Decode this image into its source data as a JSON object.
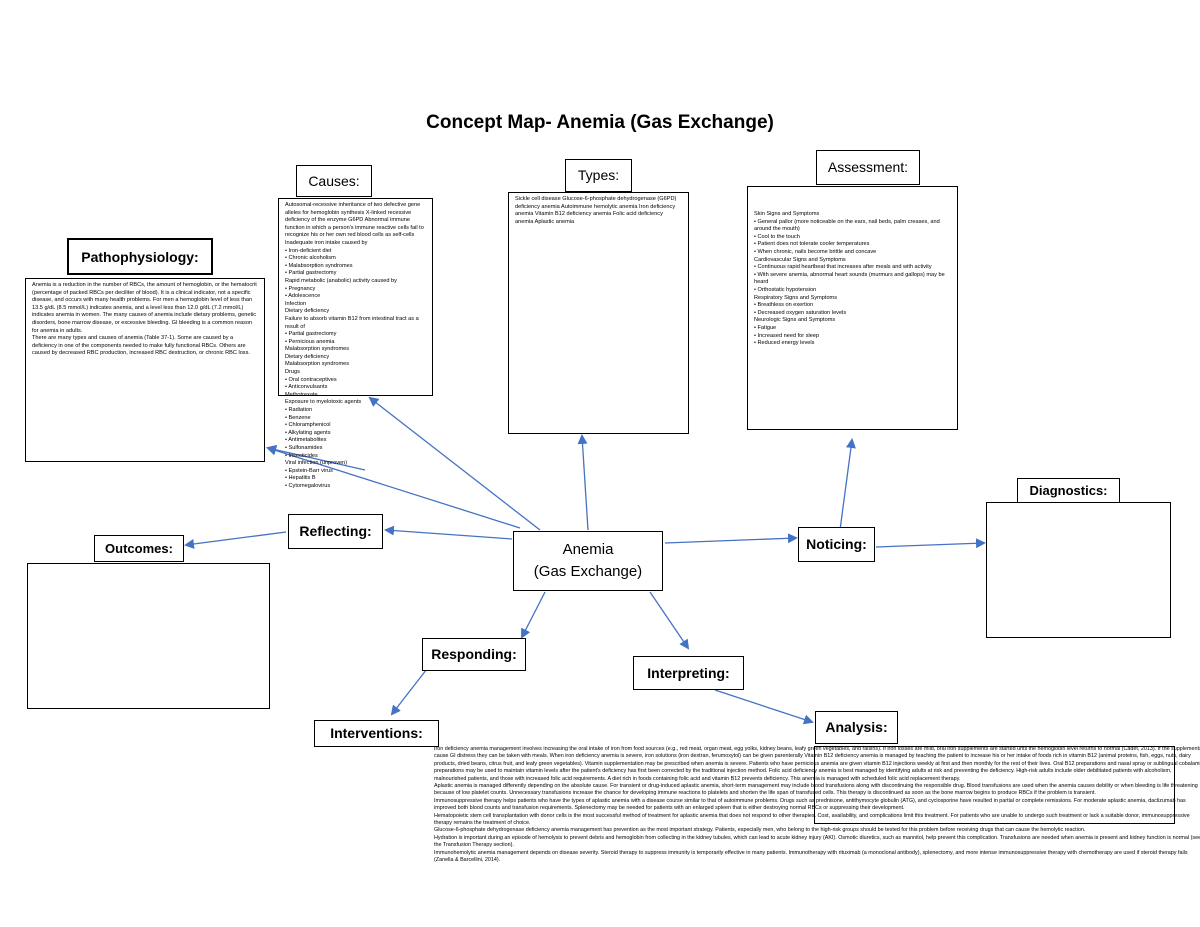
{
  "title": "Concept Map- Anemia (Gas Exchange)",
  "center": {
    "line1": "Anemia",
    "line2": "(Gas Exchange)"
  },
  "labels": {
    "causes": "Causes:",
    "types": "Types:",
    "assessment": "Assessment:",
    "pathophysiology": "Pathophysiology:",
    "diagnostics": "Diagnostics:",
    "reflecting": "Reflecting:",
    "outcomes": "Outcomes:",
    "noticing": "Noticing:",
    "responding": "Responding:",
    "interpreting": "Interpreting:",
    "interventions": "Interventions:",
    "analysis": "Analysis:"
  },
  "text": {
    "causes": "Autosomal-recessive inheritance of two defective gene alleles for hemoglobin synthesis X-linked recessive deficiency of the enzyme G6PD Abnormal immune function in which a person's immune reactive cells fail to recognize his or her own red blood cells as self-cells Inadequate iron intake caused by\n• Iron-deficient diet\n• Chronic alcoholism\n• Malabsorption syndromes\n• Partial gastrectomy\nRapid metabolic (anabolic) activity caused by\n• Pregnancy\n• Adolescence\nInfection\nDietary deficiency\nFailure to absorb vitamin B12 from intestinal tract as a result of\n• Partial gastrectomy\n• Pernicious anemia\nMalabsorption syndromes\nDietary deficiency\nMalabsorption syndromes\nDrugs\n• Oral contraceptives\n• Anticonvulsants\nMethotrexate\nExposure to myelotoxic agents\n• Radiation\n• Benzene\n• Chloramphenicol\n• Alkylating agents\n• Antimetabolites\n• Sulfonamides\n• Insecticides\nViral infection (unproven)\n• Epstein-Barr virus\n• Hepatitis B\n• Cytomegalovirus",
    "types": "Sickle cell disease Glucose-6-phosphate dehydrogenase (G6PD) deficiency anemia Autoimmune hemolytic anemia Iron deficiency anemia Vitamin B12 deficiency anemia Folic acid deficiency anemia Aplastic anemia",
    "assessment": "Skin Signs and Symptoms\n• General pallor (more noticeable on the ears, nail beds, palm creases, and around the mouth)\n• Cool to the touch\n• Patient does not tolerate cooler temperatures\n• When chronic, nails become brittle and concave\nCardiovascular Signs and Symptoms\n• Continuous rapid heartbeat that increases after meals and with activity\n• With severe anemia, abnormal heart sounds (murmurs and gallops) may be heard\n• Orthostatic hypotension\nRespiratory Signs and Symptoms\n• Breathless on exertion\n• Decreased oxygen saturation levels\nNeurologic Signs and Symptoms\n• Fatigue\n• Increased need for sleep\n• Reduced energy levels",
    "pathophysiology": "Anemia is a reduction in the number of RBCs, the amount of hemoglobin, or the hematocrit (percentage of packed RBCs per deciliter of blood). It is a clinical indicator, not a specific disease, and occurs with many health problems. For men a hemoglobin level of less than 13.5 g/dL (8.5 mmol/L) indicates anemia, and a level less than 12.0 g/dL (7.2 mmol/L) indicates anemia in women. The many causes of anemia include dietary problems, genetic disorders, bone marrow disease, or excessive bleeding. GI bleeding is a common reason for anemia in adults.\nThere are many types and causes of anemia (Table 37-1). Some are caused by a deficiency in one of the components needed to make fully functional RBCs. Others are caused by decreased RBC production, increased RBC destruction, or chronic RBC loss.",
    "interventions": "Iron deficiency anemia management involves increasing the oral intake of iron from food sources (e.g., red meat, organ meat, egg yolks, kidney beans, leafy green vegetables, and raisins). If iron losses are mild, oral iron supplements are started until the hemoglobin level returns to normal (Cadet, 2013). If the supplements cause GI distress they can be taken with meals. When iron deficiency anemia is severe, iron solutions (iron dextran, ferumoxytol) can be given parenterally Vitamin B12 deficiency anemia is managed by teaching the patient to increase his or her intake of foods rich in vitamin B12 (animal proteins, fish, eggs, nuts, dairy products, dried beans, citrus fruit, and leafy green vegetables). Vitamin supplementation may be prescribed when anemia is severe. Patients who have pernicious anemia are given vitamin B12 injections weekly at first and then monthly for the rest of their lives. Oral B12 preparations and nasal spray or sublingual cobalamin preparations may be used to maintain vitamin levels after the patient's deficiency has first been corrected by the traditional injection method. Folic acid deficiency anemia is best managed by identifying adults at risk and preventing the deficiency. High-risk adults include older debilitated patients with alcoholism, malnourished patients, and those with increased folic acid requirements. A diet rich in foods containing folic acid and vitamin B12 prevents deficiency. This anemia is managed with scheduled folic acid replacement therapy.\nAplastic anemia is managed differently depending on the absolute cause. For transient or drug-induced aplastic anemia, short-term management may include blood transfusions along with discontinuing the responsible drug. Blood transfusions are used when the anemia causes debility or when bleeding is life threatening because of low platelet counts. Unnecessary transfusions increase the chance for developing immune reactions to platelets and shorten the life span of transfused cells. This therapy is discontinued as soon as the bone marrow begins to produce RBCs if the problem is transient.\nImmunosuppressive therapy helps patients who have the types of aplastic anemia with a disease course similar to that of autoimmune problems. Drugs such as prednisone, antithymocyte globulin (ATG), and cyclosporine have resulted in partial or complete remissions. For moderate aplastic anemia, daclizumab has improved both blood counts and transfusion requirements. Splenectomy may be needed for patients with an enlarged spleen that is either destroying normal RBCs or suppressing their development.\nHematopoietic stem cell transplantation with donor cells is the most successful method of treatment for aplastic anemia that does not respond to other therapies. Cost, availability, and complications limit this treatment. For patients who are unable to undergo such treatment or lack a suitable donor, immunosuppressive therapy remains the treatment of choice.\nGlucose-6-phosphate dehydrogenase deficiency anemia management has prevention as the most important strategy. Patients, especially men, who belong to the high-risk groups should be tested for this problem before receiving drugs that can cause the hemolytic reaction.\nHydration is important during an episode of hemolysis to prevent debris and hemoglobin from collecting in the kidney tubules, which can lead to acute kidney injury (AKI). Osmotic diuretics, such as mannitol, help prevent this complication. Transfusions are needed when anemia is present and kidney function is normal (see the Transfusion Therapy section).\nImmunohemolytic anemia management depends on disease severity. Steroid therapy to suppress immunity is temporarily effective in many patients. Immunotherapy with rituximab (a monoclonal antibody), splenectomy, and more intense immunosuppressive therapy with chemotherapy are used if steroid therapy fails (Zanella & Barcellini, 2014)."
  }
}
